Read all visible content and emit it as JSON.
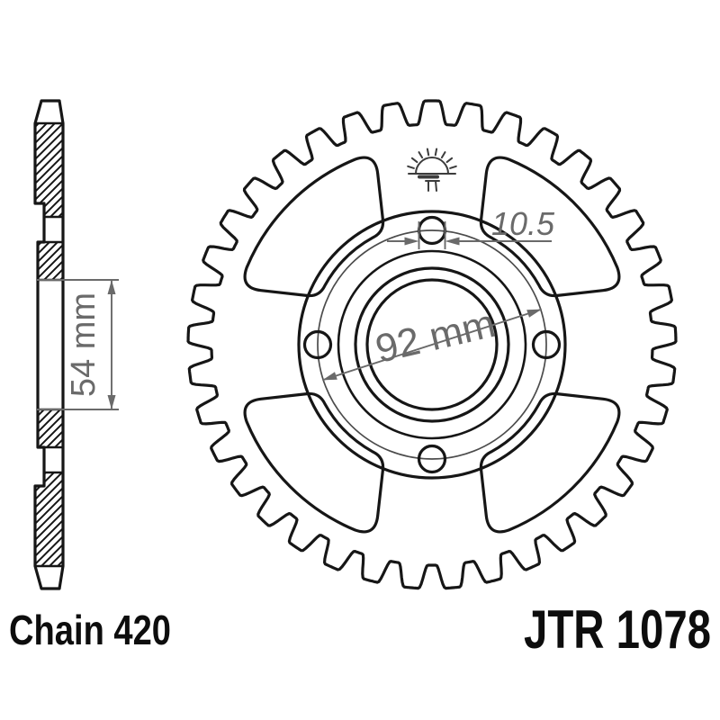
{
  "front_view": {
    "dim_bolt_hole": "10.5",
    "dim_bore": "92 mm",
    "logo_icon": "sunrise-logo-icon"
  },
  "side_view": {
    "dim_hub_width": "54 mm"
  },
  "footer": {
    "chain_label": "Chain 420",
    "part_number": "JTR 1078"
  },
  "colors": {
    "outline": "#161616",
    "dimension": "#6a6a6a",
    "background": "#ffffff"
  },
  "drawing": {
    "type": "sprocket-technical-drawing",
    "teeth_count": 37,
    "bolt_holes": 4,
    "windows": 4
  }
}
